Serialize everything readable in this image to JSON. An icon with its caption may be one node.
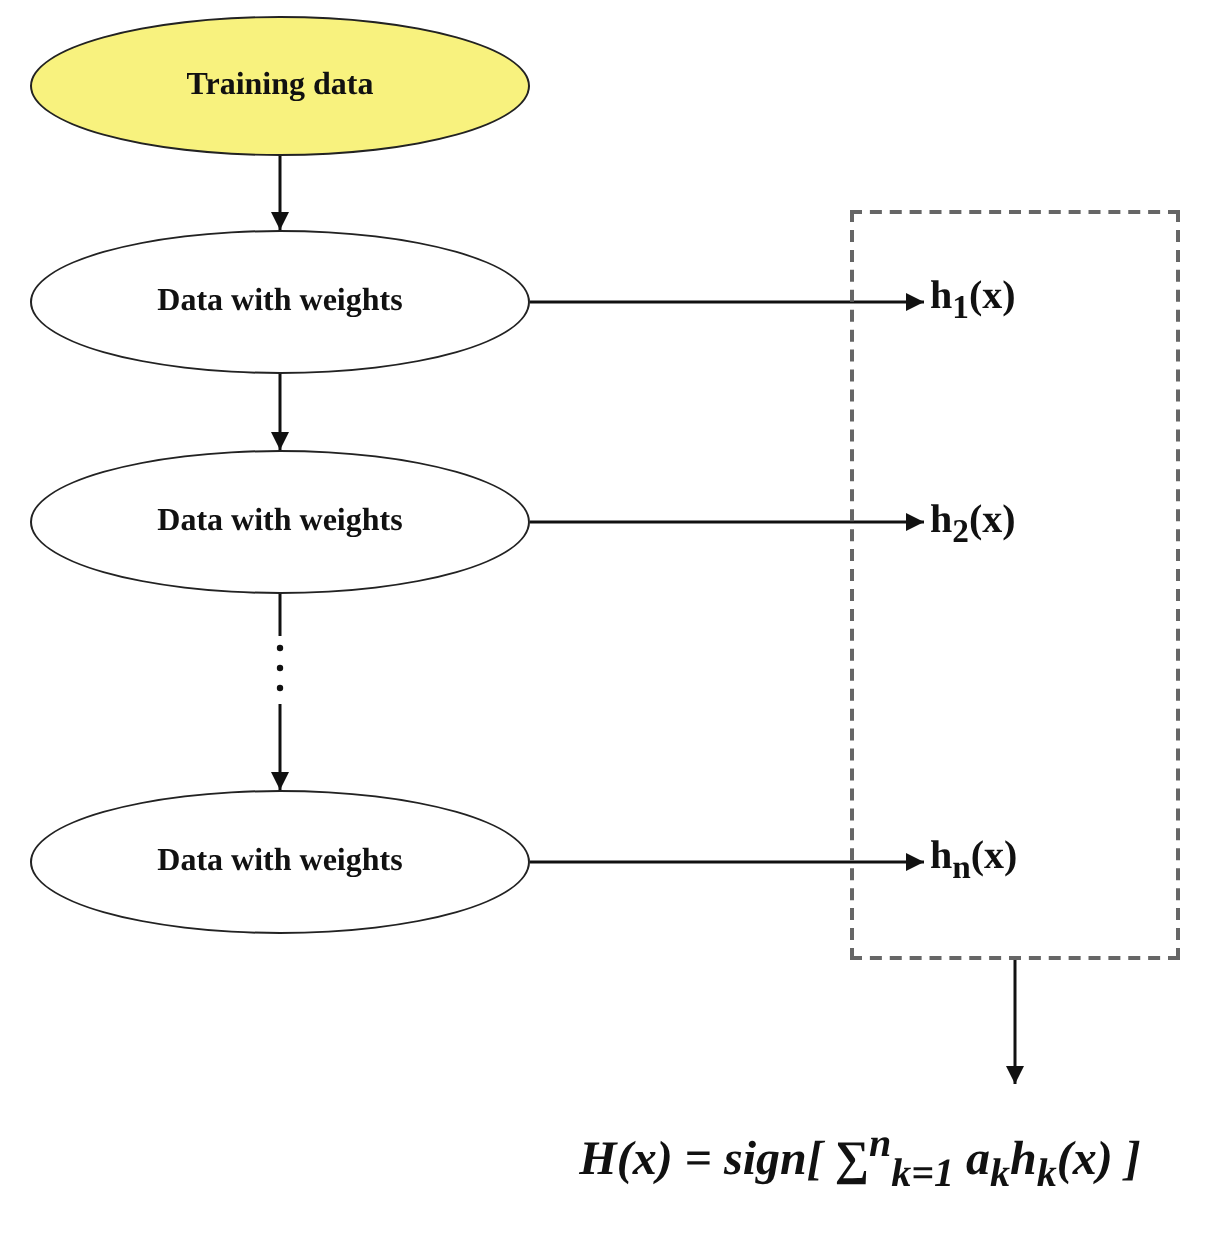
{
  "diagram": {
    "nodes": [
      {
        "text": [
          "Training data"
        ]
      },
      {
        "text": [
          "Data with weights"
        ]
      },
      {
        "text": [
          "Data with weights"
        ]
      },
      {
        "text": [
          "Data with weights"
        ]
      },
      {
        "text": [],
        "shape": "box"
      },
      {
        "text": [
          "h$_{1}$(x)"
        ],
        "in": 4
      },
      {
        "text": [
          "h$_{2}$(x)"
        ],
        "in": 4
      },
      {
        "text": [
          "h$_{n}$(x)"
        ],
        "in": 4
      },
      {
        "text": [
          "H(x) = sign[ ∑$^{n}$$_{k=1}$ a$_{k}$h$_{k}$(x) ]"
        ]
      }
    ],
    "edges": [
      {
        "from": 0,
        "to": 1,
        "arrow": "to"
      },
      {
        "from": 1,
        "to": 2,
        "arrow": "to"
      },
      {
        "from": 2,
        "to": 3,
        "arrow": "to"
      },
      {
        "from": 1,
        "to": 5,
        "arrow": "to"
      },
      {
        "from": 2,
        "to": 6,
        "arrow": "to"
      },
      {
        "from": 3,
        "to": 7,
        "arrow": "to"
      },
      {
        "from": 4,
        "to": 8,
        "arrow": "to"
      }
    ]
  }
}
